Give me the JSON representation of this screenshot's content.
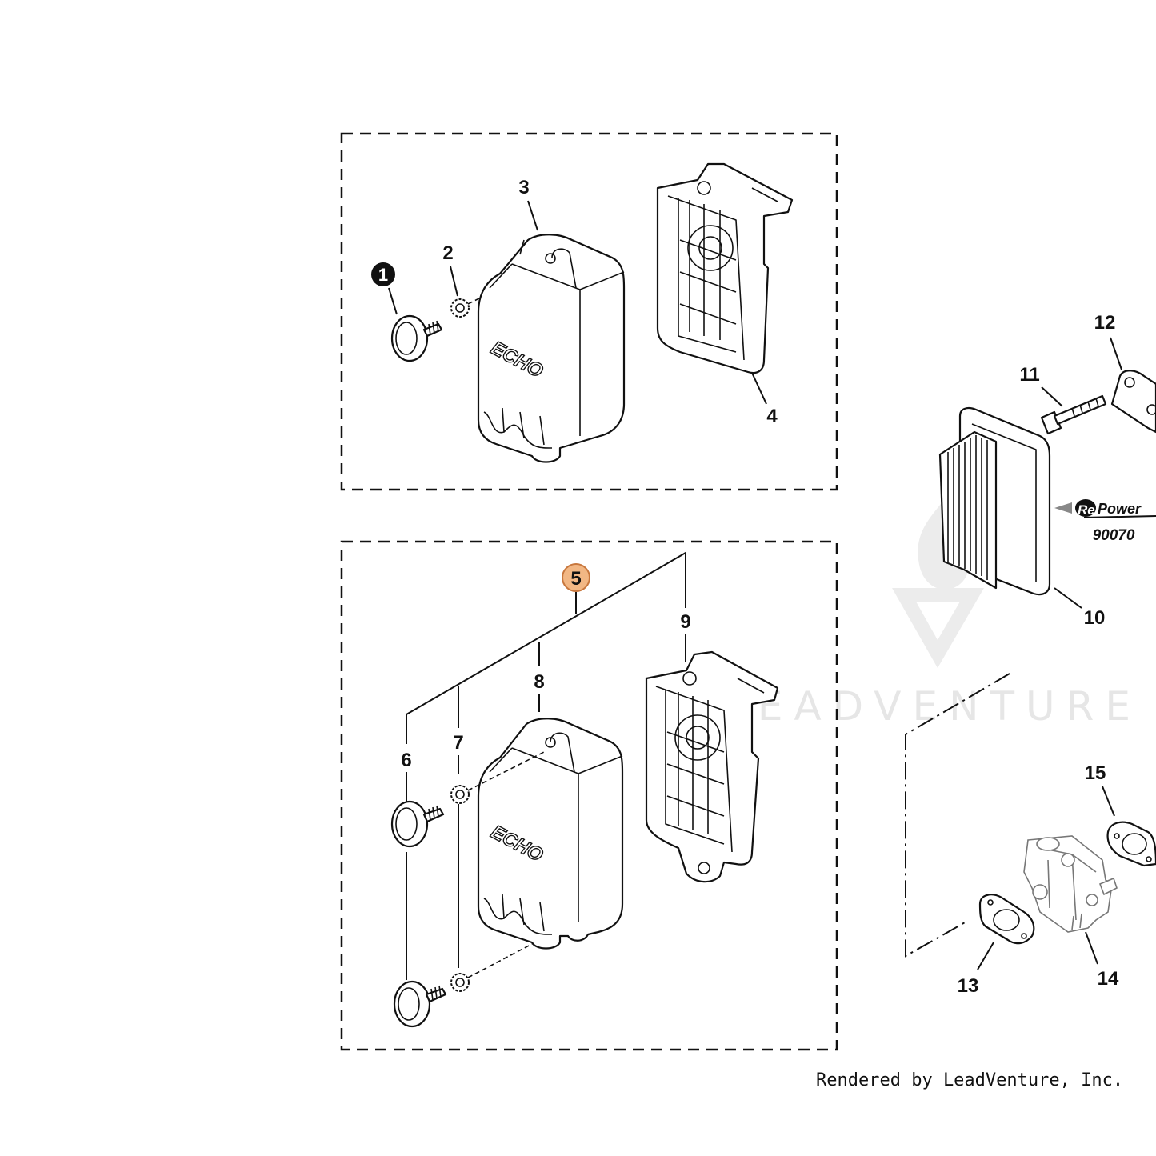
{
  "labels": {
    "p1": "1",
    "p2": "2",
    "p3": "3",
    "p4": "4",
    "p5": "5",
    "p6": "6",
    "p7": "7",
    "p8": "8",
    "p9": "9",
    "p10": "10",
    "p11": "11",
    "p12": "12",
    "p13": "13",
    "p14": "14",
    "p15": "15"
  },
  "repower": {
    "prefix": "Re",
    "word": "Power",
    "number": "90070"
  },
  "brand_mark": "ECHO",
  "watermark": "LEADVENTURE",
  "footer": "Rendered by LeadVenture, Inc.",
  "colors": {
    "highlight_fill": "#f2b784",
    "highlight_stroke": "#c8773d",
    "ink": "#111111"
  }
}
